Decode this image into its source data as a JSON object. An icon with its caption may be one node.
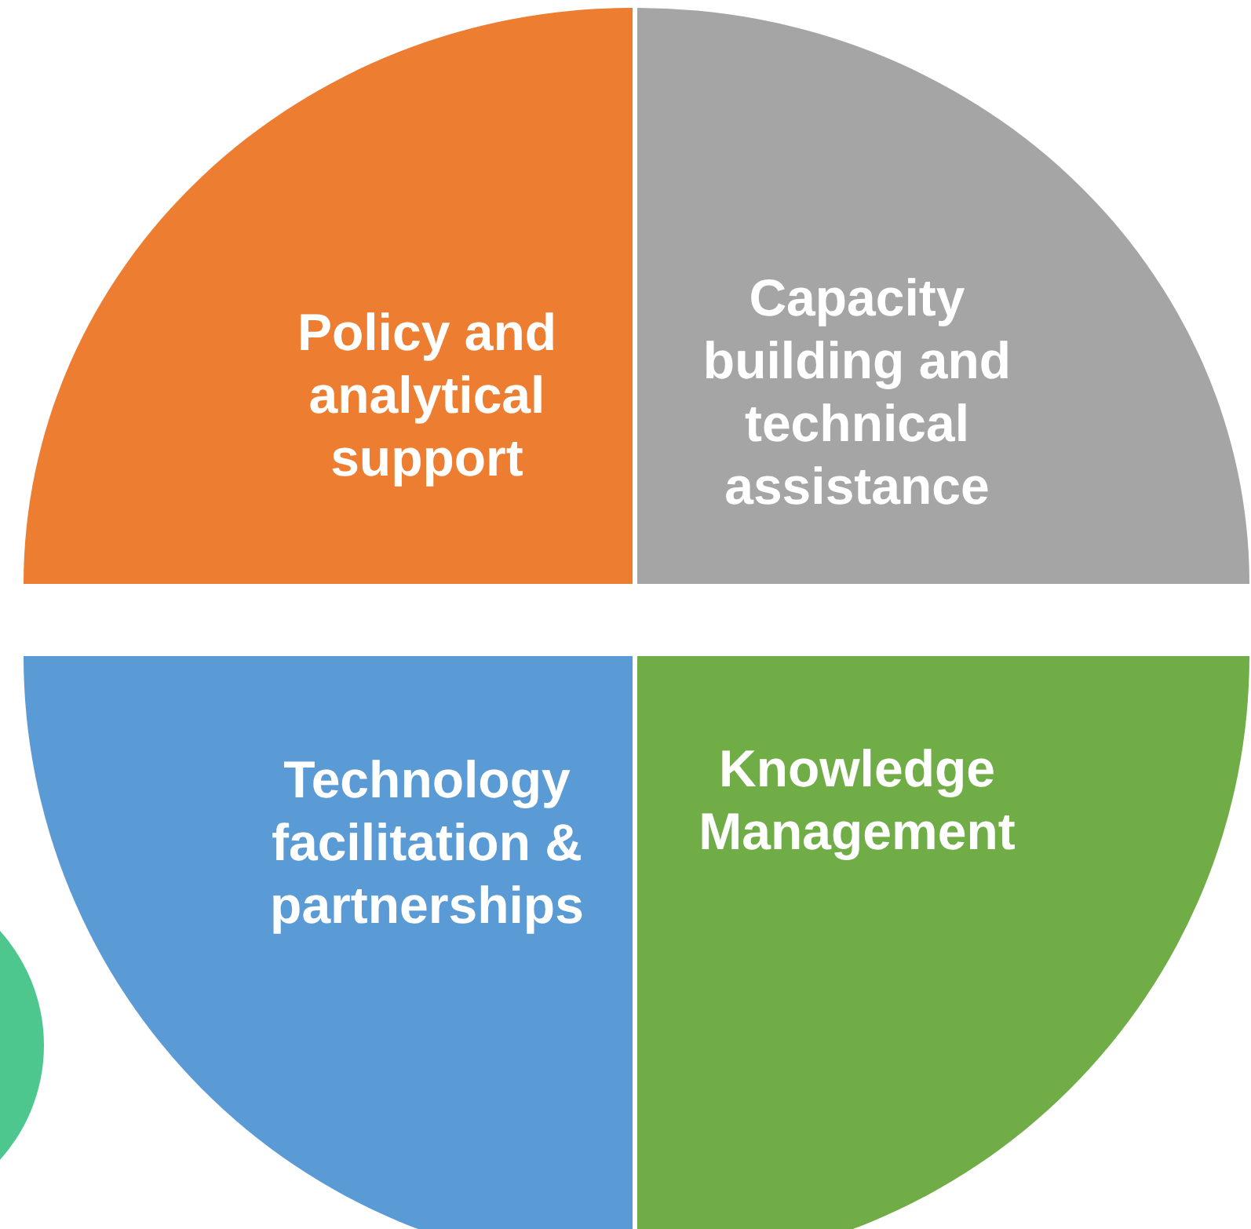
{
  "diagram": {
    "nodes": [
      {
        "text": [
          "Policy and analytical support"
        ]
      },
      {
        "text": [
          "Capacity building and technical assistance"
        ]
      },
      {
        "text": [
          "Technology facilitation & partnerships"
        ]
      },
      {
        "text": [
          "Knowledge Management"
        ]
      },
      {
        "text": [],
        "shape": "circle"
      }
    ]
  }
}
